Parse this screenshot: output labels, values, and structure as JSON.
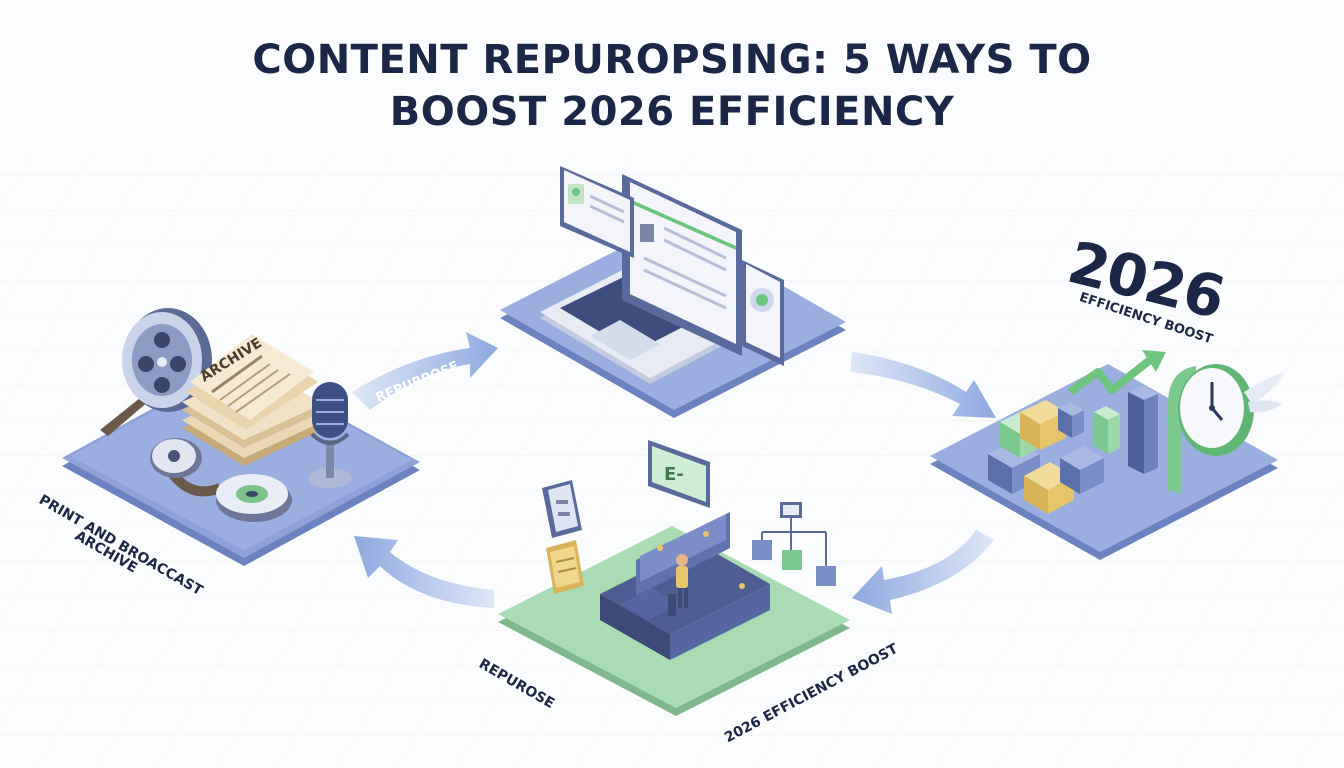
{
  "title": {
    "line1": "CONTENT REPUROPSING: 5 WAYS TO",
    "line2": "BOOST 2026 EFFICIENCY"
  },
  "labels": {
    "archive_tag": "ARCHIVE",
    "archive_caption_line1": "PRINT AND BROACCAST",
    "archive_caption_line2": "ARCHIVE",
    "arrow_repurpose": "REPURPOSE",
    "center_repurpose": "REPUROSE",
    "center_efficiency": "2026 EFFICIENCY BOOST",
    "year": "2026",
    "efficiency_boost": "EFFICIENCY BOOST",
    "screen_letter": "E-"
  },
  "colors": {
    "title": "#1c2646",
    "platform_blue": "#8a9fd6",
    "platform_green": "#a9dcb4",
    "arrow": "#a7bce6",
    "accent_green": "#6cc47f",
    "accent_yellow": "#e8c46a"
  },
  "icons": [
    "film-reel-icon",
    "newspaper-stack-icon",
    "microphone-icon",
    "laptop-icon",
    "profile-card-icon",
    "lightbulb-icon",
    "presenter-icon",
    "flowchart-icon",
    "bar-chart-icon",
    "clock-icon",
    "growth-arrow-icon",
    "cube-stack-icon"
  ]
}
